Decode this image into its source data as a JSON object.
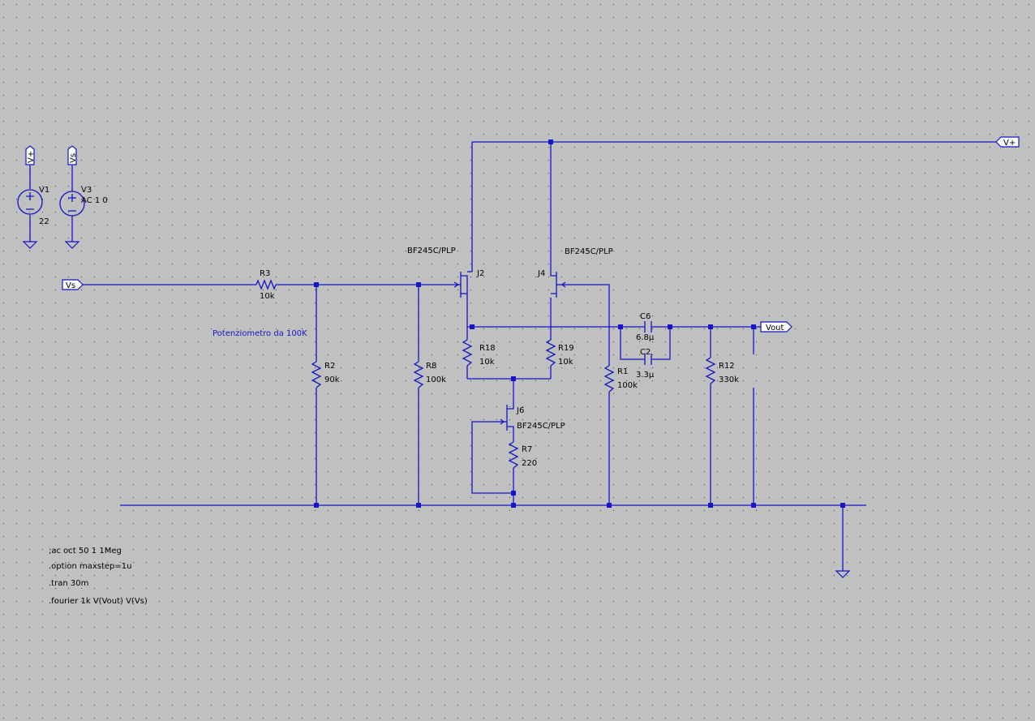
{
  "colors": {
    "background": "#c0c0c0",
    "grid": "#3c3c3c",
    "wire": "#1414c8",
    "text": "#000000",
    "comment": "#1414c8"
  },
  "labels": {
    "vplus": "V+",
    "vs": "Vs",
    "vout": "Vout"
  },
  "sources": {
    "v1": {
      "name": "V1",
      "value": "22"
    },
    "v3": {
      "name": "V3",
      "value": "AC 1 0"
    }
  },
  "transistors": {
    "j2": {
      "name": "J2",
      "model": "BF245C/PLP"
    },
    "j4": {
      "name": "J4",
      "model": "BF245C/PLP"
    },
    "j6": {
      "name": "J6",
      "model": "BF245C/PLP"
    }
  },
  "resistors": {
    "r3": {
      "name": "R3",
      "value": "10k"
    },
    "r2": {
      "name": "R2",
      "value": "90k"
    },
    "r8": {
      "name": "R8",
      "value": "100k"
    },
    "r18": {
      "name": "R18",
      "value": "10k"
    },
    "r19": {
      "name": "R19",
      "value": "10k"
    },
    "r1": {
      "name": "R1",
      "value": "100k"
    },
    "r12": {
      "name": "R12",
      "value": "330k"
    },
    "r7": {
      "name": "R7",
      "value": "220"
    }
  },
  "capacitors": {
    "c6": {
      "name": "C6",
      "value": "6.8µ"
    },
    "c2": {
      "name": "C2",
      "value": "3.3µ"
    }
  },
  "comment": "Potenziometro da 100K",
  "directives": [
    ";ac oct 50 1 1Meg",
    ".option maxstep=1u",
    ".tran 30m",
    ".fourier 1k V(Vout) V(Vs)"
  ]
}
